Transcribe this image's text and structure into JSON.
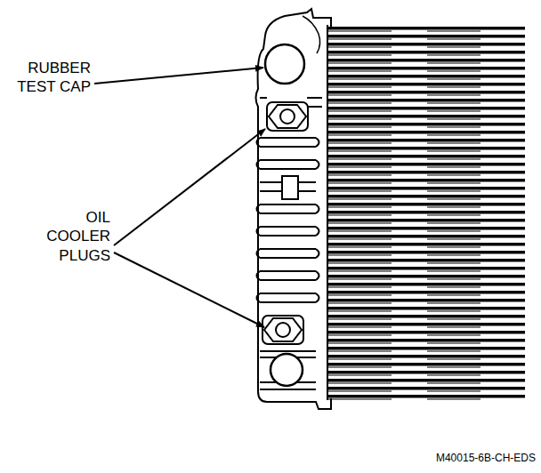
{
  "diagram": {
    "labels": [
      "RUBBER TEST CAP",
      "OIL COOLER PLUGS",
      "M40015-6B-CH-EDS"
    ]
  }
}
